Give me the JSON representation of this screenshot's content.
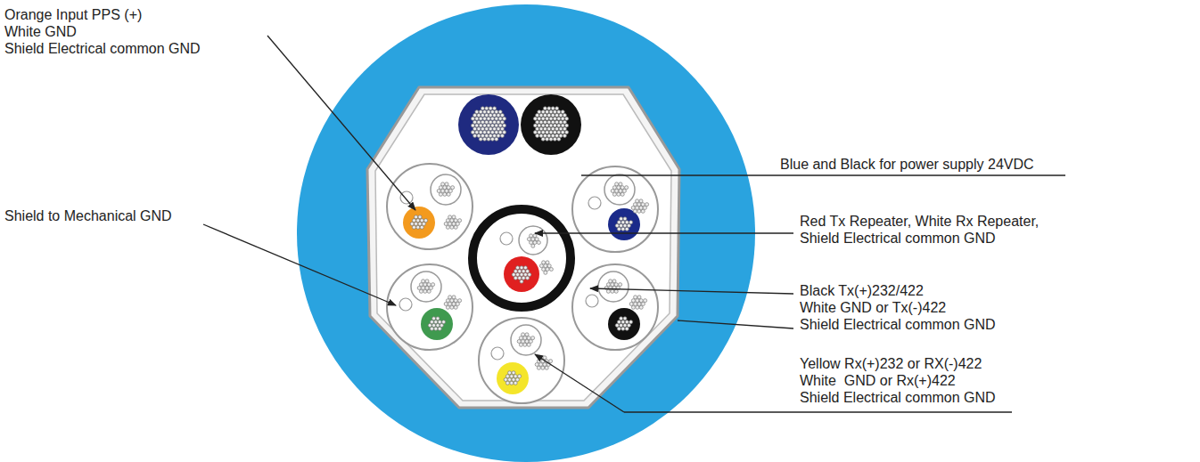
{
  "diagram": {
    "labels": [
      "Orange Input PPS (+)",
      "White GND",
      "Shield Electrical common GND",
      "Shield to Mechanical GND",
      "Blue and Black for power supply 24VDC",
      "Red Tx Repeater, White Rx Repeater,",
      "Shield Electrical common GND",
      "Black Tx(+)232/422",
      "White GND or Tx(-)422",
      "Shield Electrical common GND",
      "Yellow Rx(+)232 or RX(-)422",
      "White  GND or Rx(+)422",
      "Shield Electrical common GND"
    ]
  }
}
